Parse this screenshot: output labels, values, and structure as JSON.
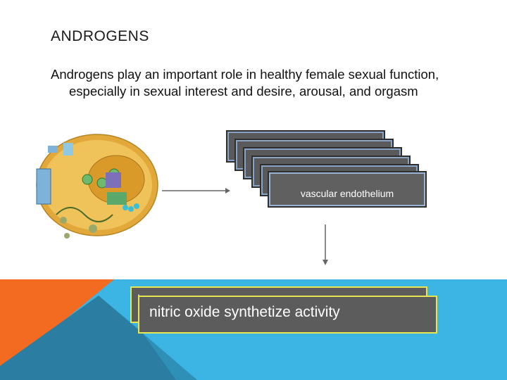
{
  "slide": {
    "title": "ANDROGENS",
    "body": "Androgens play an important role in healthy female sexual function, especially in sexual interest and desire, arousal, and orgasm"
  },
  "diagram": {
    "stack_label": "vascular endothelium",
    "bottom_label": "nitric oxide synthetize activity",
    "bottom_back_glyph": "I"
  },
  "colors": {
    "box_fill": "#5a5a5a",
    "yellow_border": "#e6e652",
    "blue_band": "#3cb4e4",
    "orange": "#f26b21",
    "teal": "#2b7ea1"
  }
}
